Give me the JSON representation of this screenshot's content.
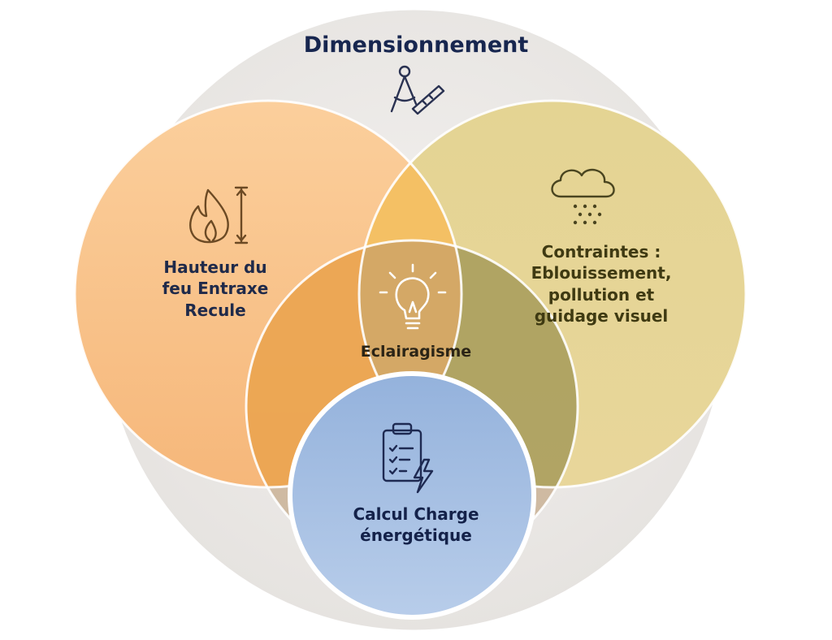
{
  "diagram": {
    "title": "Dimensionnement",
    "sets": [
      {
        "id": "left",
        "lines": [
          "Hauteur du",
          "feu Entraxe",
          "Recule"
        ],
        "color": "#f9c58e",
        "icon": "flame-height-icon"
      },
      {
        "id": "right",
        "lines": [
          "Contraintes :",
          "Eblouissement,",
          "pollution et",
          "guidage visuel"
        ],
        "color": "#e6d38f",
        "icon": "cloud-icon"
      },
      {
        "id": "center",
        "lines": [
          "Eclairagisme"
        ],
        "color": "#eab978",
        "icon": "lightbulb-icon"
      },
      {
        "id": "bottom",
        "lines": [
          "Calcul Charge",
          "énergétique"
        ],
        "color": "#a9c2e4",
        "icon": "clipboard-lightning-icon"
      }
    ],
    "outer_color": "#eeecea",
    "line_color": "#ffffff"
  }
}
